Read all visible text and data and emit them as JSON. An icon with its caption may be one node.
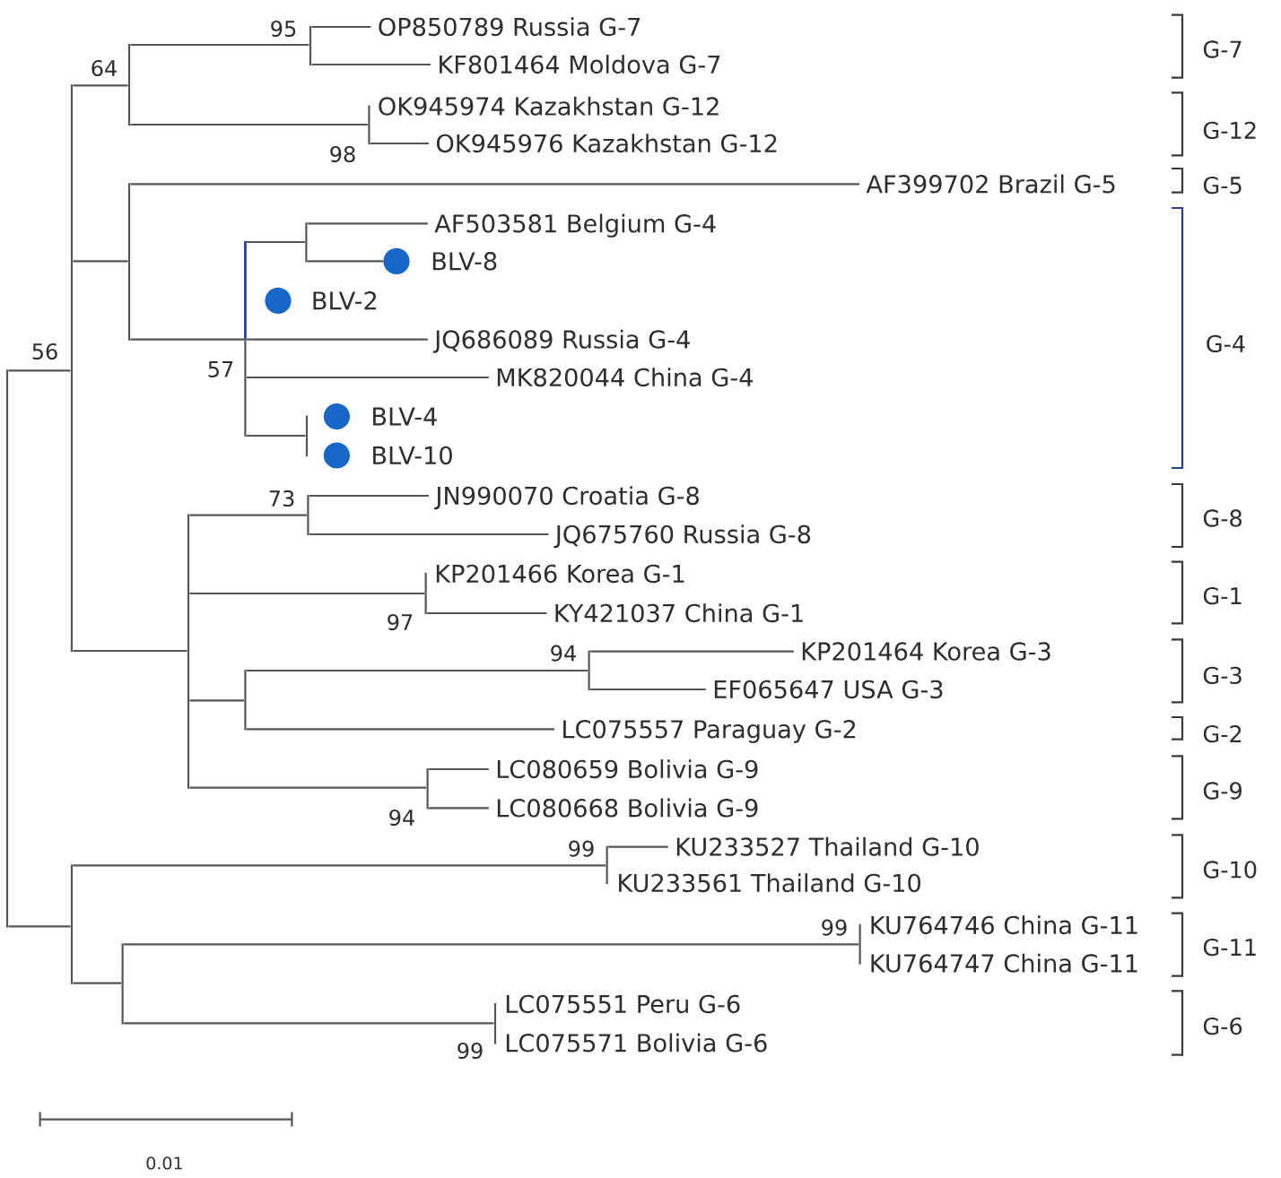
{
  "diagram": {
    "nodes": [
      {
        "text": [],
        "shape": "bar"
      },
      {
        "text": [],
        "shape": "bar",
        "beside": [
          "56"
        ]
      },
      {
        "text": [],
        "shape": "bar",
        "beside": [
          "64"
        ]
      },
      {
        "text": [],
        "shape": "bar",
        "beside": [
          "95"
        ]
      },
      {
        "text": [
          "OP850789 Russia G-7"
        ]
      },
      {
        "text": [
          "KF801464 Moldova G-7"
        ]
      },
      {
        "text": [],
        "shape": "bar",
        "beside": [
          "98"
        ]
      },
      {
        "text": [
          "OK945974 Kazakhstan G-12"
        ]
      },
      {
        "text": [
          "OK945976 Kazakhstan G-12"
        ]
      },
      {
        "text": [],
        "shape": "bar"
      },
      {
        "text": [
          "AF399702 Brazil G-5"
        ]
      },
      {
        "text": [],
        "shape": "bar",
        "beside": [
          "57"
        ]
      },
      {
        "text": [],
        "shape": "bar"
      },
      {
        "text": [
          "AF503581 Belgium G-4"
        ]
      },
      {
        "text": [
          "BLV-8"
        ]
      },
      {
        "text": [
          "BLV-2"
        ]
      },
      {
        "text": [
          "JQ686089 Russia G-4"
        ]
      },
      {
        "text": [
          "MK820044 China G-4"
        ]
      },
      {
        "text": [],
        "shape": "bar"
      },
      {
        "text": [
          "BLV-4"
        ]
      },
      {
        "text": [
          "BLV-10"
        ]
      },
      {
        "text": [],
        "shape": "bar"
      },
      {
        "text": [],
        "shape": "bar",
        "beside": [
          "73"
        ]
      },
      {
        "text": [
          "JN990070 Croatia G-8"
        ]
      },
      {
        "text": [
          "JQ675760 Russia G-8"
        ]
      },
      {
        "text": [],
        "shape": "bar",
        "beside": [
          "97"
        ]
      },
      {
        "text": [
          "KP201466 Korea G-1"
        ]
      },
      {
        "text": [
          "KY421037 China G-1"
        ]
      },
      {
        "text": [],
        "shape": "bar"
      },
      {
        "text": [],
        "shape": "bar",
        "beside": [
          "94"
        ]
      },
      {
        "text": [
          "KP201464 Korea G-3"
        ]
      },
      {
        "text": [
          "EF065647 USA G-3"
        ]
      },
      {
        "text": [
          "LC075557 Paraguay G-2"
        ]
      },
      {
        "text": [],
        "shape": "bar",
        "beside": [
          "94"
        ]
      },
      {
        "text": [
          "LC080659 Bolivia G-9"
        ]
      },
      {
        "text": [
          "LC080668 Bolivia G-9"
        ]
      },
      {
        "text": [],
        "shape": "bar"
      },
      {
        "text": [],
        "shape": "bar",
        "beside": [
          "99"
        ]
      },
      {
        "text": [
          "KU233527 Thailand G-10"
        ]
      },
      {
        "text": [
          "KU233561 Thailand G-10"
        ]
      },
      {
        "text": [],
        "shape": "bar"
      },
      {
        "text": [],
        "shape": "bar",
        "beside": [
          "99"
        ]
      },
      {
        "text": [
          "KU764746 China G-11"
        ]
      },
      {
        "text": [
          "KU764747 China G-11"
        ]
      },
      {
        "text": [],
        "shape": "bar",
        "beside": [
          "99"
        ]
      },
      {
        "text": [
          "LC075551 Peru G-6"
        ]
      },
      {
        "text": [
          "LC075571 Bolivia G-6"
        ]
      }
    ],
    "edges": [
      {
        "from": 0,
        "to": 1,
        "arrow": "none"
      },
      {
        "from": 0,
        "to": 36,
        "arrow": "none"
      },
      {
        "from": 1,
        "to": 2,
        "arrow": "none"
      },
      {
        "from": 1,
        "to": 9,
        "arrow": "none"
      },
      {
        "from": 1,
        "to": 21,
        "arrow": "none"
      },
      {
        "from": 2,
        "to": 3,
        "arrow": "none"
      },
      {
        "from": 2,
        "to": 6,
        "arrow": "none"
      },
      {
        "from": 3,
        "to": 4,
        "arrow": "none"
      },
      {
        "from": 3,
        "to": 5,
        "arrow": "none"
      },
      {
        "from": 6,
        "to": 8,
        "arrow": "none"
      },
      {
        "from": 9,
        "to": 10,
        "arrow": "none"
      },
      {
        "from": 9,
        "to": 11,
        "arrow": "none"
      },
      {
        "from": 11,
        "to": 12,
        "arrow": "none"
      },
      {
        "from": 11,
        "to": 16,
        "arrow": "none"
      },
      {
        "from": 11,
        "to": 17,
        "arrow": "none"
      },
      {
        "from": 11,
        "to": 18,
        "arrow": "none"
      },
      {
        "from": 12,
        "to": 13,
        "arrow": "none"
      },
      {
        "from": 12,
        "to": 14,
        "arrow": "none"
      },
      {
        "from": 21,
        "to": 22,
        "arrow": "none"
      },
      {
        "from": 21,
        "to": 25,
        "arrow": "none"
      },
      {
        "from": 21,
        "to": 28,
        "arrow": "none"
      },
      {
        "from": 21,
        "to": 33,
        "arrow": "none"
      },
      {
        "from": 22,
        "to": 23,
        "arrow": "none"
      },
      {
        "from": 22,
        "to": 24,
        "arrow": "none"
      },
      {
        "from": 25,
        "to": 27,
        "arrow": "none"
      },
      {
        "from": 28,
        "to": 29,
        "arrow": "none"
      },
      {
        "from": 28,
        "to": 32,
        "arrow": "none"
      },
      {
        "from": 29,
        "to": 30,
        "arrow": "none"
      },
      {
        "from": 29,
        "to": 31,
        "arrow": "none"
      },
      {
        "from": 33,
        "to": 34,
        "arrow": "none"
      },
      {
        "from": 33,
        "to": 35,
        "arrow": "none"
      },
      {
        "from": 36,
        "to": 37,
        "arrow": "none"
      },
      {
        "from": 36,
        "to": 40,
        "arrow": "none"
      },
      {
        "from": 37,
        "to": 38,
        "arrow": "none"
      },
      {
        "from": 40,
        "to": 41,
        "arrow": "none"
      },
      {
        "from": 40,
        "to": 44,
        "arrow": "none"
      }
    ],
    "labels": [
      "G-7",
      "G-12",
      "G-5",
      "G-4",
      "G-8",
      "G-1",
      "G-3",
      "G-2",
      "G-9",
      "G-10",
      "G-11",
      "G-6",
      "0.01"
    ]
  }
}
